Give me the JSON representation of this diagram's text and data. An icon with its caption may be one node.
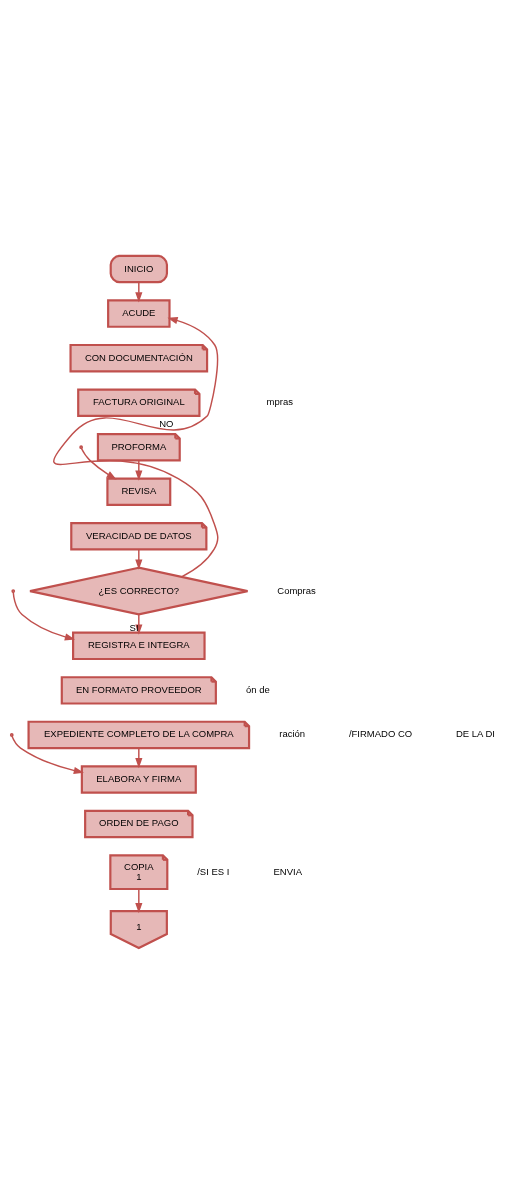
{
  "diagram": {
    "nodes": [
      {
        "text": [
          "INICIO"
        ]
      },
      {
        "text": [
          "ACUDE"
        ]
      },
      {
        "text": [
          "CON DOCUMENTACIÓN"
        ]
      },
      {
        "text": [
          "FACTURA ORIGINAL"
        ]
      },
      {
        "text": [
          "PROFORMA"
        ]
      },
      {
        "text": [
          "REVISA"
        ]
      },
      {
        "text": [
          "VERACIDAD DE DATOS"
        ]
      },
      {
        "text": [
          "¿ES CORRECTO?"
        ]
      },
      {
        "text": [
          "REGISTRA E INTEGRA"
        ]
      },
      {
        "text": [
          "EN FORMATO PROVEEDOR"
        ]
      },
      {
        "text": [
          "EXPEDIENTE COMPLETO DE LA COMPRA"
        ]
      },
      {
        "text": [
          "ELABORA Y FIRMA"
        ]
      },
      {
        "text": [
          "ORDEN DE PAGO"
        ]
      },
      {
        "text": [
          "COPIA",
          "1"
        ]
      },
      {
        "text": [
          "1"
        ]
      }
    ],
    "edges": [
      {
        "from": 0,
        "to": 1,
        "arrow": "to"
      },
      {
        "from": 4,
        "to": 5,
        "arrow": "to"
      },
      {
        "from": null,
        "to": 5,
        "arrow": "to"
      },
      {
        "from": 6,
        "to": 7,
        "arrow": "to"
      },
      {
        "from": 7,
        "to": 8,
        "arrow": "to",
        "label": "SI"
      },
      {
        "from": 7,
        "to": 1,
        "arrow": "to",
        "label": "NO"
      },
      {
        "from": null,
        "to": 8,
        "arrow": "to"
      },
      {
        "from": 10,
        "to": 11,
        "arrow": "to"
      },
      {
        "from": null,
        "to": 11,
        "arrow": "to"
      },
      {
        "from": 13,
        "to": 14,
        "arrow": "to"
      }
    ],
    "labels": [
      "mpras",
      "Compras",
      "ón de",
      "ración",
      "/FIRMADO CO",
      "DE LA DI",
      "/SI ES I",
      "ENVIA"
    ]
  }
}
